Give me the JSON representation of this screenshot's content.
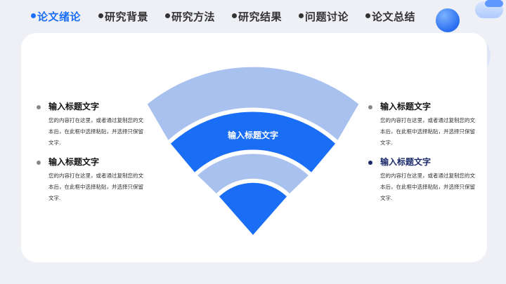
{
  "nav": {
    "items": [
      {
        "label": "论文绪论",
        "active": true
      },
      {
        "label": "研究背景",
        "active": false
      },
      {
        "label": "研究方法",
        "active": false
      },
      {
        "label": "研究结果",
        "active": false
      },
      {
        "label": "问题讨论",
        "active": false
      },
      {
        "label": "论文总结",
        "active": false
      }
    ]
  },
  "center": {
    "label": "输入标题文字"
  },
  "left_items": [
    {
      "title": "输入标题文字",
      "body": "您的内容打在这里，或者通过复制您的文本后，在此框中选择粘贴，并选择只保留文字."
    },
    {
      "title": "输入标题文字",
      "body": "您的内容打在这里，或者通过复制您的文本后，在此框中选择粘贴，并选择只保留文字."
    }
  ],
  "right_items": [
    {
      "title": "输入标题文字",
      "body": "您的内容打在这里，或者通过复制您的文本后，在此框中选择粘贴，并选择只保留文字."
    },
    {
      "title": "输入标题文字",
      "body": "您的内容打在这里，或者通过复制您的文本后，在此框中选择粘贴，并选择只保留文字."
    }
  ],
  "colors": {
    "accent": "#1a6ef5",
    "light_band": "#a9c1ef",
    "dark_band": "#1a6ef5",
    "navy": "#1b2a6b"
  }
}
